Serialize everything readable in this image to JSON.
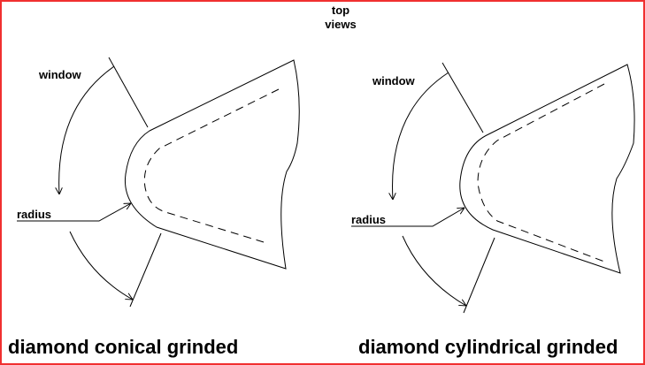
{
  "title": {
    "line1": "top",
    "line2": "views"
  },
  "border_color": "#f03030",
  "diagrams": [
    {
      "caption": "diamond conical grinded",
      "window_label": "window",
      "radius_label": "radius"
    },
    {
      "caption": "diamond cylindrical grinded",
      "window_label": "window",
      "radius_label": "radius"
    }
  ]
}
